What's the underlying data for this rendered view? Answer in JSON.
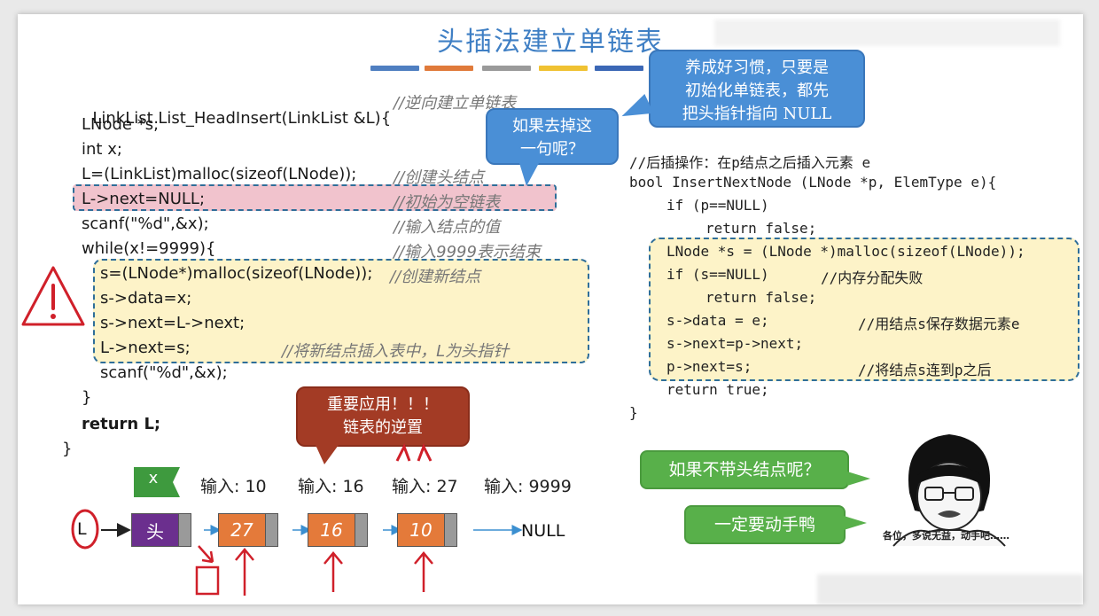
{
  "slide": {
    "title": "头插法建立单链表",
    "strip_colors": [
      "#4f7fc1",
      "#e07a3a",
      "#9a9a9a",
      "#f0c232",
      "#3b67b5"
    ]
  },
  "left_code": {
    "lines": [
      {
        "code": "LinkList List_HeadInsert(LinkList &L){",
        "comment": "//逆向建立单链表"
      },
      {
        "code": "LNode *s;",
        "comment": ""
      },
      {
        "code": "int x;",
        "comment": ""
      },
      {
        "code": "L=(LinkList)malloc(sizeof(LNode));",
        "comment": "//创建头结点"
      },
      {
        "code": "L->next=NULL;",
        "comment": "//初始为空链表"
      },
      {
        "code": "scanf(\"%d\",&x);",
        "comment": "//输入结点的值"
      },
      {
        "code": "while(x!=9999){",
        "comment": "//输入9999表示结束"
      },
      {
        "code": "s=(LNode*)malloc(sizeof(LNode));",
        "comment": "//创建新结点"
      },
      {
        "code": "s->data=x;",
        "comment": ""
      },
      {
        "code": "s->next=L->next;",
        "comment": ""
      },
      {
        "code": "L->next=s;",
        "comment": "//将新结点插入表中，L为头指针"
      },
      {
        "code": "scanf(\"%d\",&x);",
        "comment": ""
      },
      {
        "code": "}",
        "comment": ""
      },
      {
        "code": "return L;",
        "comment": ""
      },
      {
        "code": "}",
        "comment": ""
      }
    ]
  },
  "right_code": {
    "comment_title": "//后插操作：在p结点之后插入元素 e",
    "lines": [
      "bool InsertNextNode (LNode *p, ElemType e){",
      "if (p==NULL)",
      "return false;",
      "LNode *s = (LNode *)malloc(sizeof(LNode));",
      "if (s==NULL)",
      "return false;",
      "s->data = e;",
      "s->next=p->next;",
      "p->next=s;",
      "return true;",
      "}"
    ],
    "comments": {
      "alloc_fail": "//内存分配失败",
      "save_data": "//用结点s保存数据元素e",
      "link": "//将结点s连到p之后"
    }
  },
  "bubbles": {
    "habit": [
      "养成好习惯，只要是",
      "初始化单链表，都先",
      "把头指针指向 NULL"
    ],
    "remove": [
      "如果去掉这",
      "一句呢？"
    ],
    "important": [
      "重要应用！！！",
      "链表的逆置"
    ],
    "no_head": "如果不带头结点呢？",
    "do_it": "一定要动手鸭"
  },
  "diagram": {
    "flag_label": "x",
    "inputs": [
      "输入: 10",
      "输入: 16",
      "输入: 27",
      "输入: 9999"
    ],
    "pointer_label": "L",
    "head_label": "头",
    "nodes": [
      "27",
      "16",
      "10"
    ],
    "null_label": "NULL"
  },
  "meme": {
    "caption": "各位，多说无益，动手吧……"
  },
  "colors": {
    "title": "#3f7fc4",
    "blue_bubble": "#4a8fd6",
    "red_bubble": "#a33b25",
    "green_bubble": "#58b04a",
    "annotation_red": "#d0202a"
  }
}
